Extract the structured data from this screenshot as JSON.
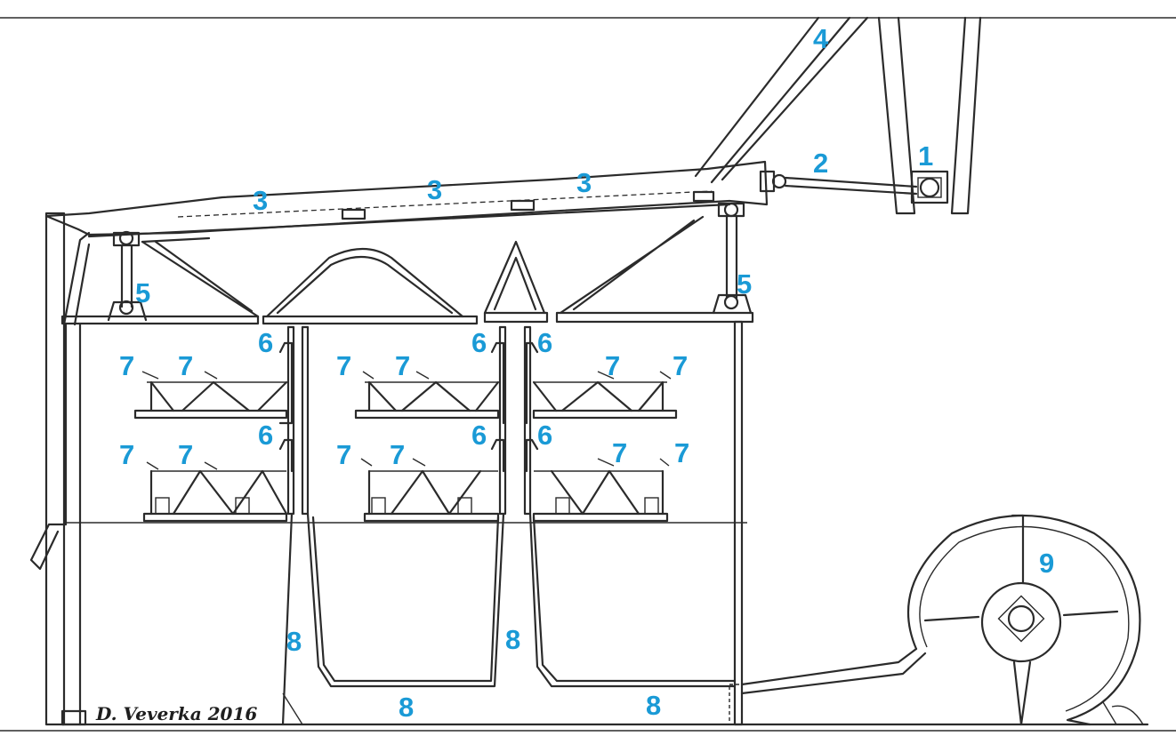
{
  "signature": "D. Veverka 2016",
  "colors": {
    "callout": "#1a9ad6",
    "line": "#2b2b2b",
    "background": "#ffffff"
  },
  "callouts": {
    "c1": "1",
    "c2": "2",
    "c3": "3",
    "c4": "4",
    "c5": "5",
    "c6": "6",
    "c7": "7",
    "c8": "8",
    "c9": "9"
  }
}
